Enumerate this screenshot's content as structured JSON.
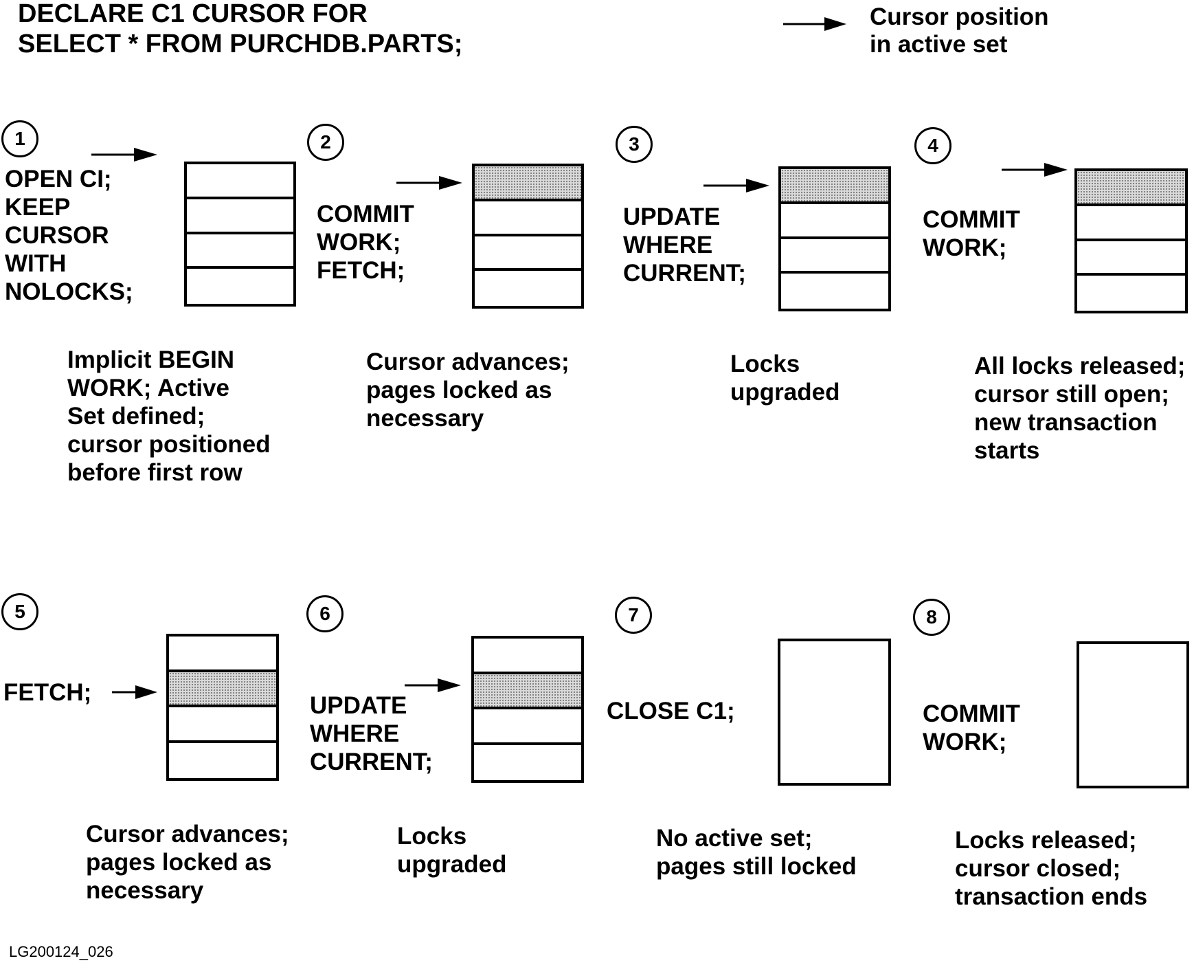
{
  "title": [
    "DECLARE C1 CURSOR FOR",
    "SELECT * FROM PURCHDB.PARTS;"
  ],
  "legend": {
    "icon": "arrow-right-icon",
    "text": [
      "Cursor position",
      "in active set"
    ]
  },
  "steps": [
    {
      "number": "1",
      "statement": [
        "OPEN CI;",
        "KEEP",
        "CURSOR",
        "WITH",
        "NOLOCKS;"
      ],
      "description": [
        "Implicit BEGIN",
        "WORK; Active",
        "Set defined;",
        "cursor positioned",
        "before first row"
      ],
      "rows": 4,
      "cursor_row": null,
      "active_set": true
    },
    {
      "number": "2",
      "statement": [
        "COMMIT",
        "WORK;",
        "FETCH;"
      ],
      "description": [
        "Cursor advances;",
        "pages locked as",
        "necessary"
      ],
      "rows": 4,
      "cursor_row": 1,
      "active_set": true
    },
    {
      "number": "3",
      "statement": [
        "UPDATE",
        "WHERE",
        "CURRENT;"
      ],
      "description": [
        "Locks",
        "upgraded"
      ],
      "rows": 4,
      "cursor_row": 1,
      "active_set": true
    },
    {
      "number": "4",
      "statement": [
        "COMMIT",
        "WORK;"
      ],
      "description": [
        "All locks released;",
        "cursor still open;",
        "new transaction",
        "starts"
      ],
      "rows": 4,
      "cursor_row": 1,
      "active_set": true
    },
    {
      "number": "5",
      "statement": [
        "FETCH;"
      ],
      "description": [
        "Cursor advances;",
        "pages locked as",
        "necessary"
      ],
      "rows": 4,
      "cursor_row": 2,
      "active_set": true
    },
    {
      "number": "6",
      "statement": [
        "UPDATE",
        "WHERE",
        "CURRENT;"
      ],
      "description": [
        "Locks",
        "upgraded"
      ],
      "rows": 4,
      "cursor_row": 2,
      "active_set": true
    },
    {
      "number": "7",
      "statement": [
        "CLOSE C1;"
      ],
      "description": [
        "No active set;",
        "pages still locked"
      ],
      "rows": 0,
      "cursor_row": null,
      "active_set": false
    },
    {
      "number": "8",
      "statement": [
        "COMMIT",
        "WORK;"
      ],
      "description": [
        "Locks released;",
        "cursor closed;",
        "transaction ends"
      ],
      "rows": 0,
      "cursor_row": null,
      "active_set": false
    }
  ],
  "footer": "LG200124_026",
  "colors": {
    "ink": "#000000",
    "cursor_row_fill": "#d9d9d9",
    "background": "#ffffff"
  }
}
